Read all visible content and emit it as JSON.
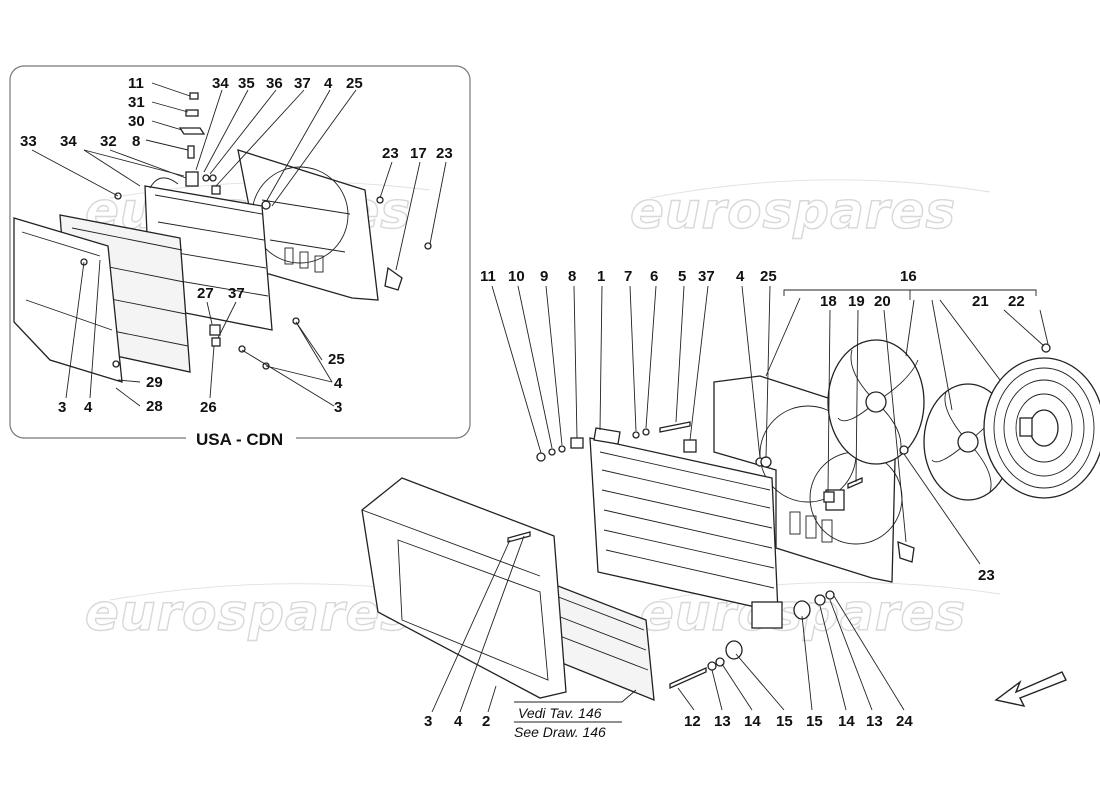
{
  "inset": {
    "caption": "USA - CDN",
    "labels": [
      "11",
      "31",
      "30",
      "8",
      "34",
      "35",
      "36",
      "37",
      "4",
      "25",
      "33",
      "34",
      "32",
      "23",
      "17",
      "23",
      "27",
      "37",
      "29",
      "28",
      "3",
      "4",
      "26",
      "25",
      "4",
      "3"
    ]
  },
  "main": {
    "labels": [
      "11",
      "10",
      "9",
      "8",
      "1",
      "7",
      "6",
      "5",
      "37",
      "4",
      "25",
      "16",
      "18",
      "19",
      "20",
      "21",
      "22",
      "23",
      "3",
      "4",
      "2",
      "12",
      "13",
      "14",
      "15",
      "15",
      "14",
      "13",
      "24"
    ]
  },
  "reference": {
    "line1": "Vedi Tav. 146",
    "line2": "See Draw. 146"
  },
  "watermarks": [
    "eurospares",
    "eurospares",
    "eurospares",
    "eurospares"
  ],
  "icons": {
    "direction": "arrow-icon"
  }
}
